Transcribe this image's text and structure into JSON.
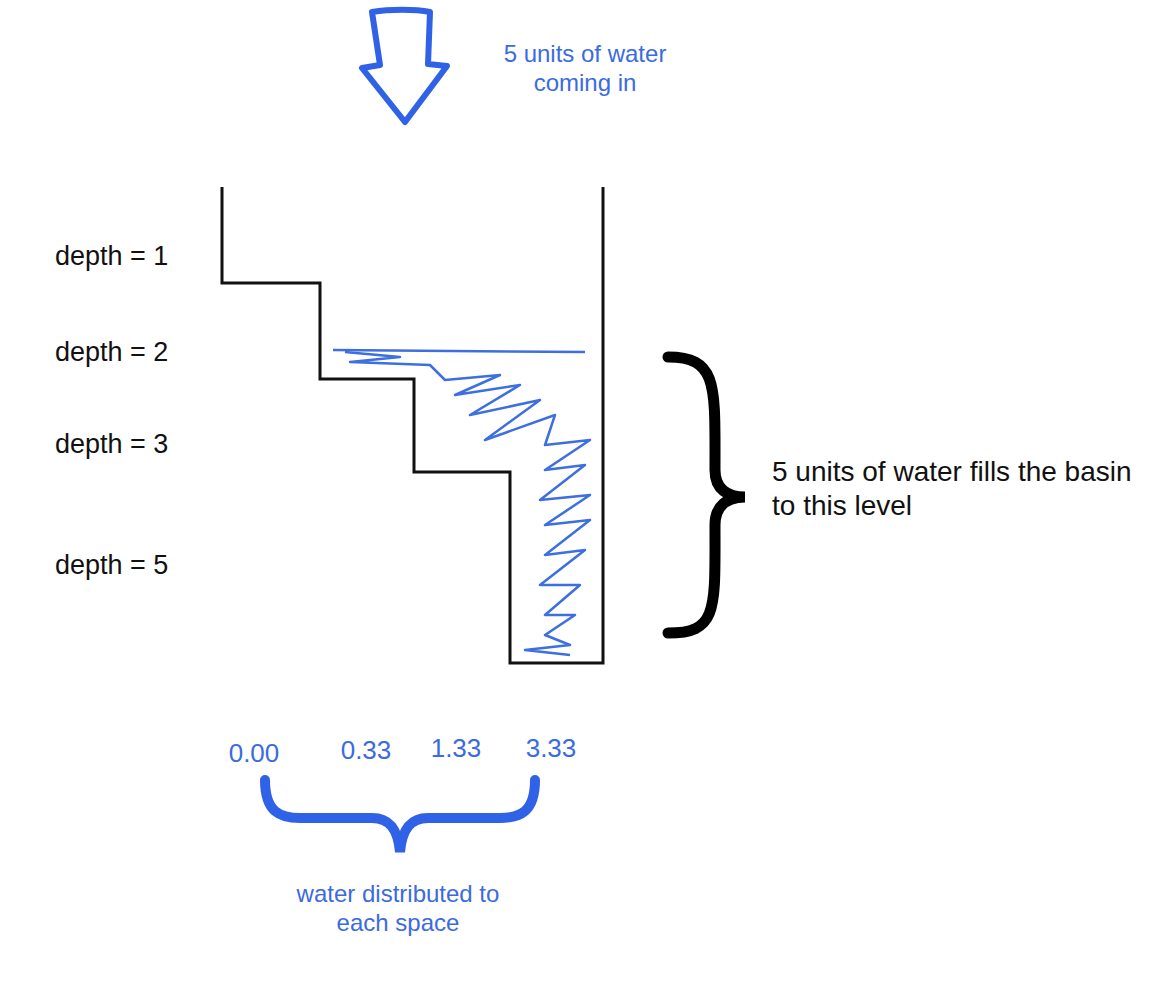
{
  "diagram": {
    "labels": [
      "5 units of water coming in",
      "depth = 1",
      "depth = 2",
      "depth = 3",
      "depth = 5",
      "5 units of water fills the basin to this level",
      "0.00",
      "0.33",
      "1.33",
      "3.33",
      "water distributed to each space"
    ]
  }
}
